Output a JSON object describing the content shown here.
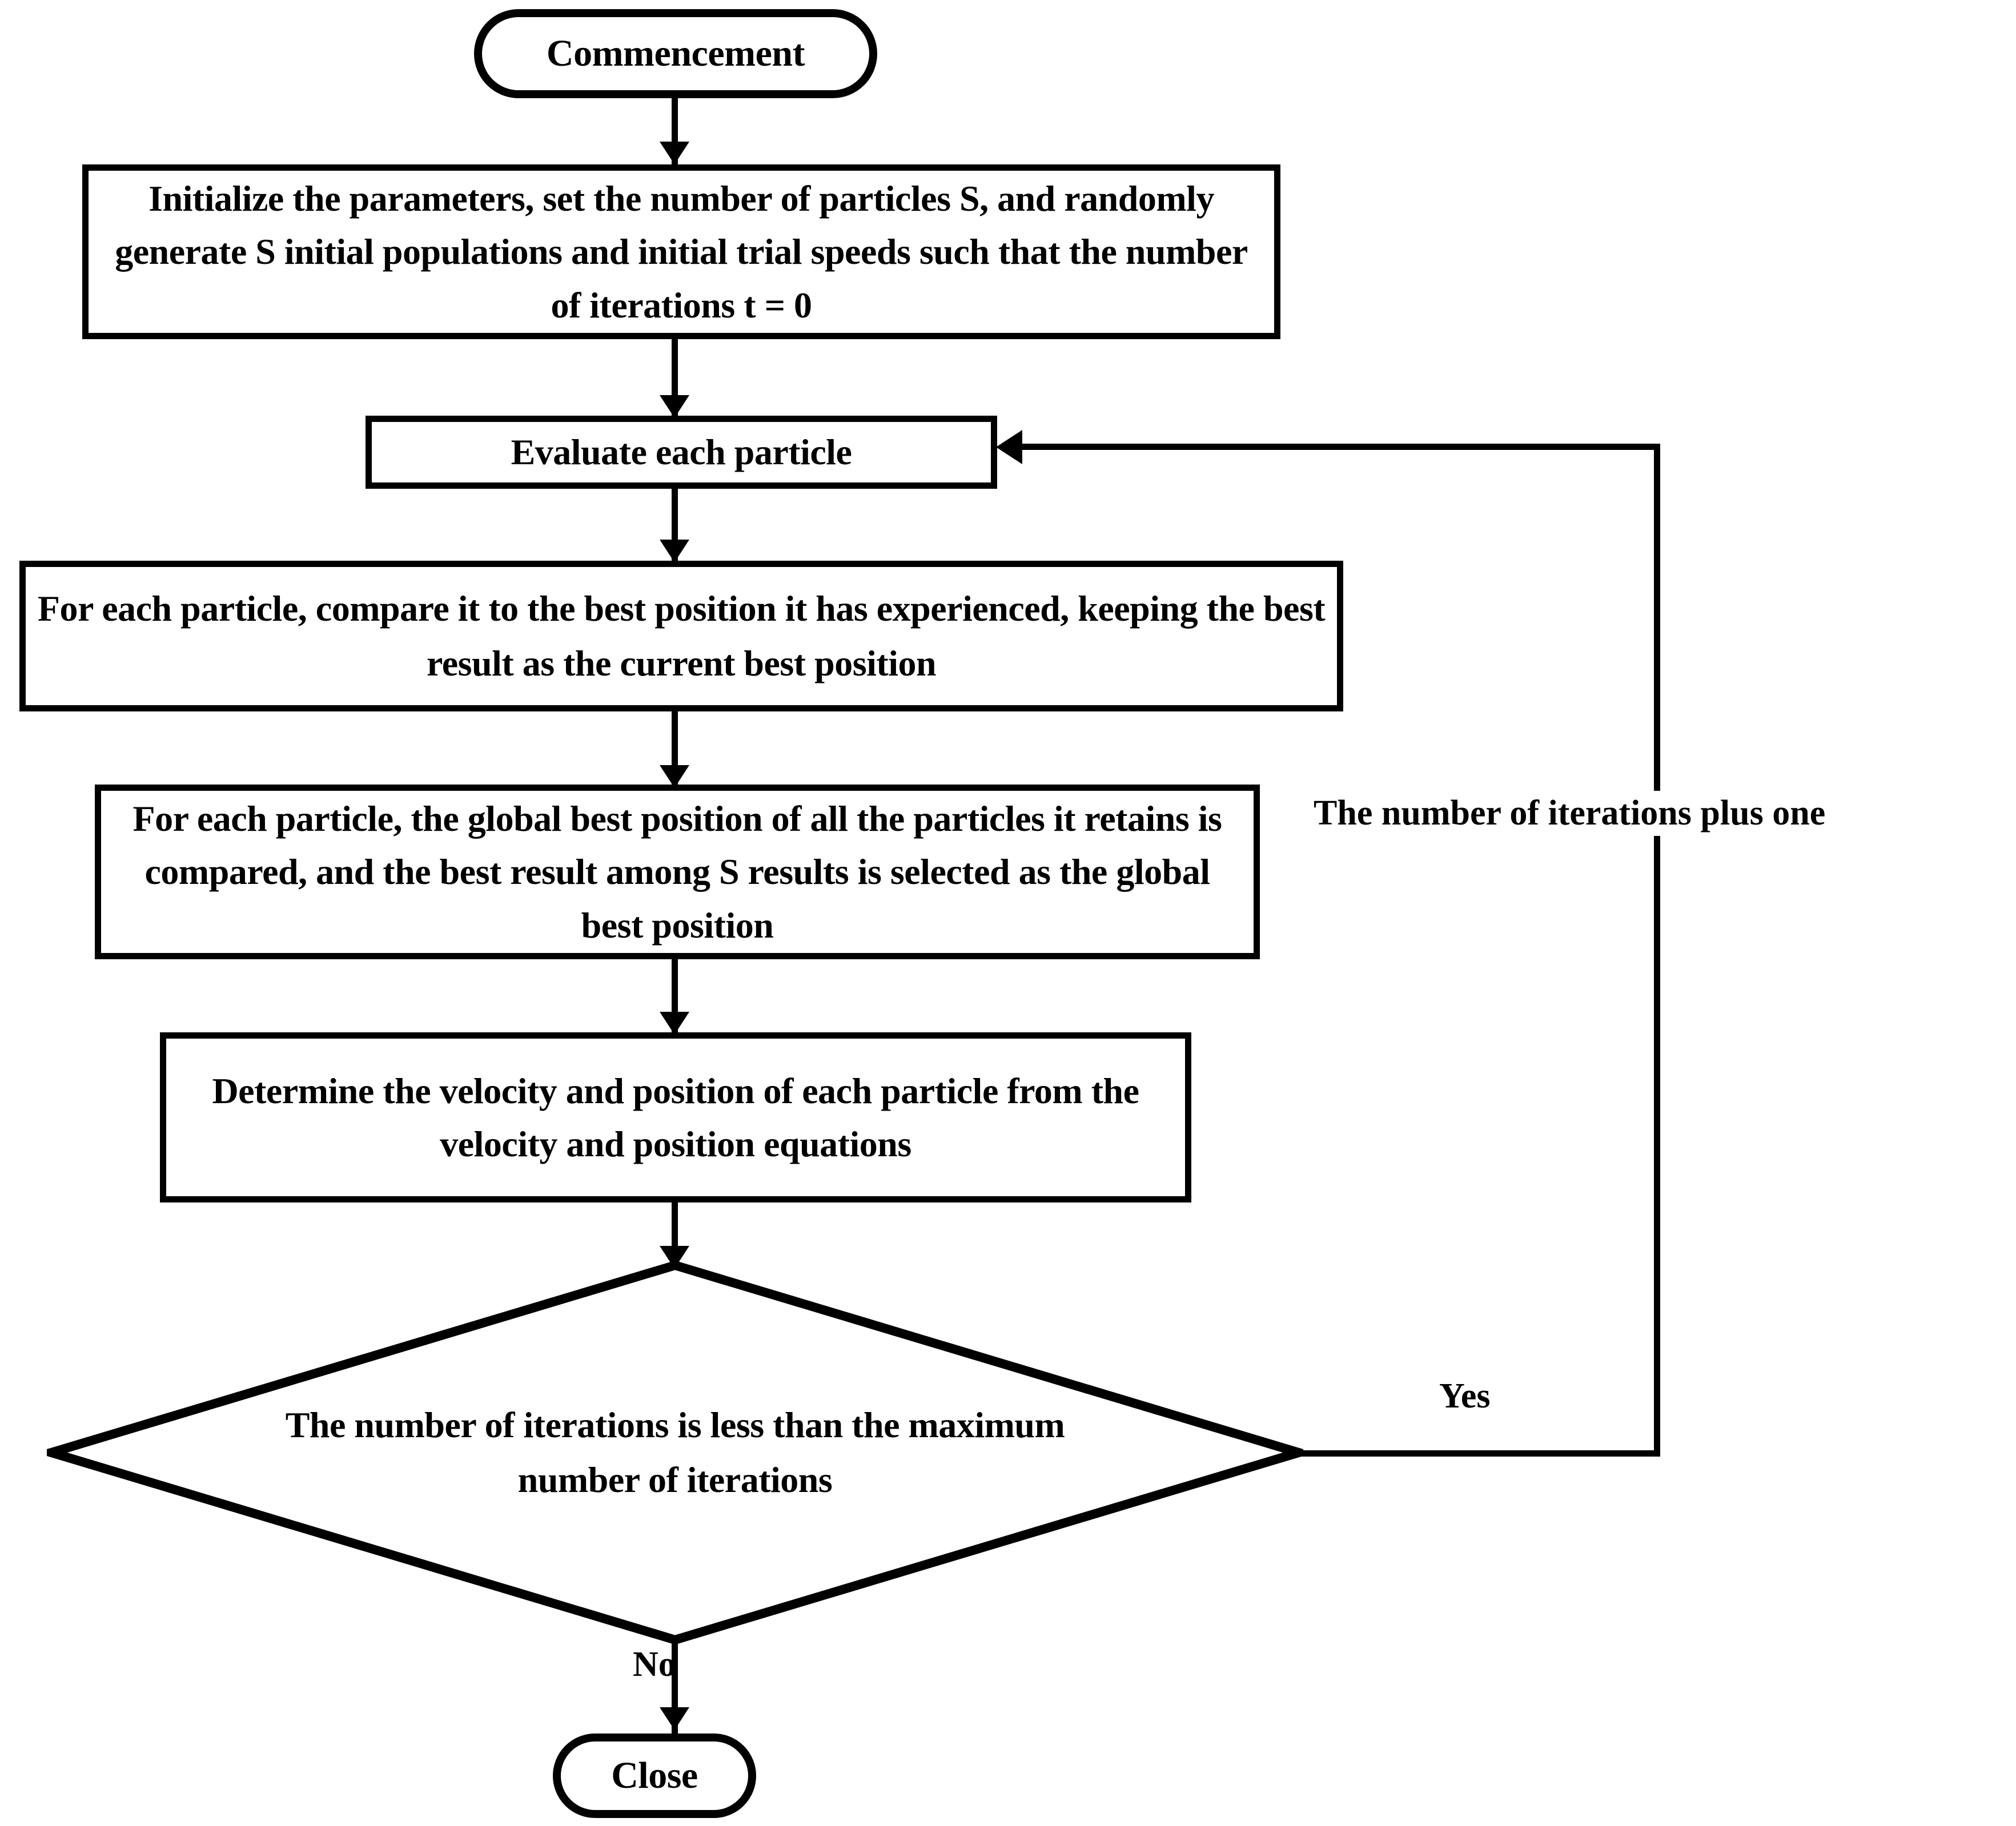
{
  "diagram": {
    "type": "flowchart",
    "title_text": null,
    "orientation": "top-to-bottom",
    "stroke_color": "#000000",
    "fill_color": "#ffffff",
    "text_color": "#000000"
  },
  "nodes": {
    "start": {
      "shape": "terminator",
      "label": "Commencement"
    },
    "initialize": {
      "shape": "process",
      "label": "Initialize the parameters, set the number of particles S, and randomly generate S initial populations and initial trial speeds such that the number of iterations t = 0"
    },
    "evaluate": {
      "shape": "process",
      "label": "Evaluate each particle"
    },
    "personal_best": {
      "shape": "process",
      "label": "For each particle, compare it to the best position it has experienced, keeping the best result as the current best position"
    },
    "global_best": {
      "shape": "process",
      "label": "For each particle, the global best position of all the particles it retains is compared, and the best result among S results is selected as the global best position"
    },
    "update": {
      "shape": "process",
      "label": "Determine the velocity and position of each particle from the velocity and position equations"
    },
    "decision": {
      "shape": "diamond",
      "label": "The number of iterations is less than the maximum number of iterations"
    },
    "end": {
      "shape": "terminator",
      "label": "Close"
    }
  },
  "edges": {
    "yes_label": "Yes",
    "no_label": "No",
    "loop_label": "The number of iterations plus one"
  }
}
